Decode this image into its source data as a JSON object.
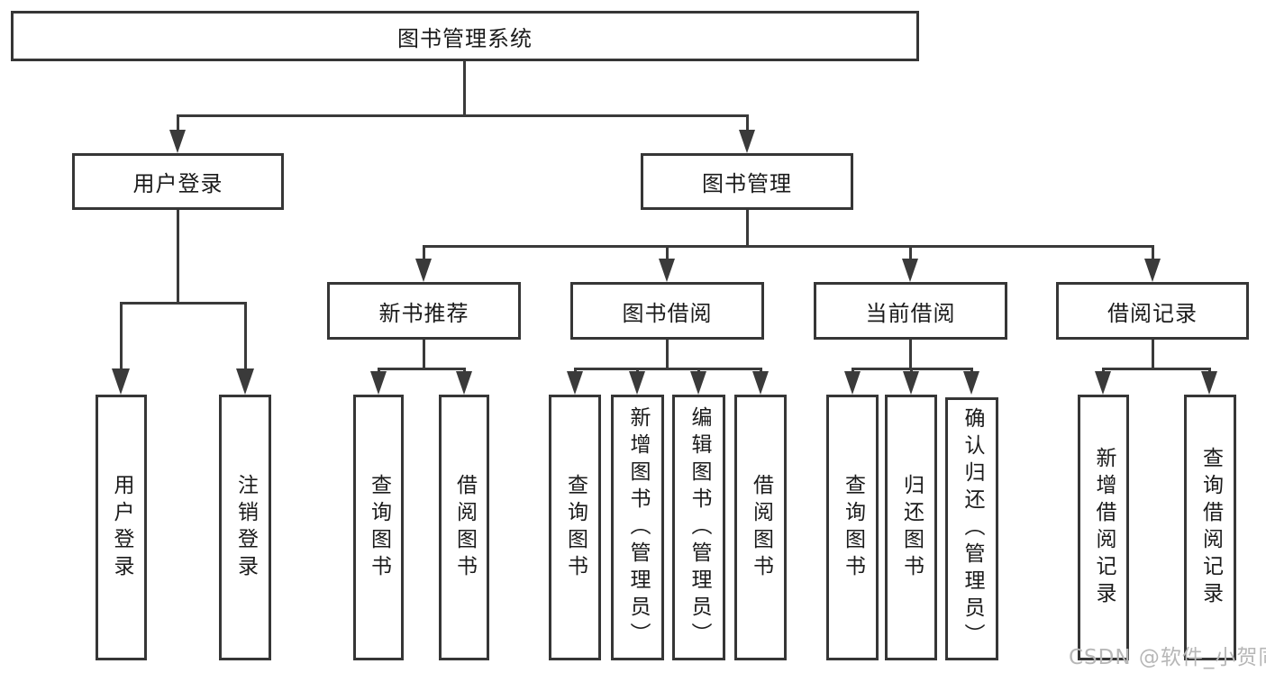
{
  "diagram": {
    "type": "hierarchy-tree",
    "orientation": "top-down",
    "colors": {
      "line": "#3a3a3a",
      "box_border": "#363636",
      "text": "#1b1b1b",
      "background": "#ffffff",
      "watermark": "#b7b7b7"
    }
  },
  "tree": {
    "label": "图书管理系统",
    "children": [
      {
        "label": "用户登录",
        "children": [
          {
            "label": "用户登录"
          },
          {
            "label": "注销登录"
          }
        ]
      },
      {
        "label": "图书管理",
        "children": [
          {
            "label": "新书推荐",
            "children": [
              {
                "label": "查询图书"
              },
              {
                "label": "借阅图书"
              }
            ]
          },
          {
            "label": "图书借阅",
            "children": [
              {
                "label": "查询图书"
              },
              {
                "label": "新增图书（管理员）"
              },
              {
                "label": "编辑图书（管理员）"
              },
              {
                "label": "借阅图书"
              }
            ]
          },
          {
            "label": "当前借阅",
            "children": [
              {
                "label": "查询图书"
              },
              {
                "label": "归还图书"
              },
              {
                "label": "确认归还（管理员）"
              }
            ]
          },
          {
            "label": "借阅记录",
            "children": [
              {
                "label": "新增借阅记录"
              },
              {
                "label": "查询借阅记录"
              }
            ]
          }
        ]
      }
    ]
  },
  "watermark": "CSDN @软件_小贺同学"
}
